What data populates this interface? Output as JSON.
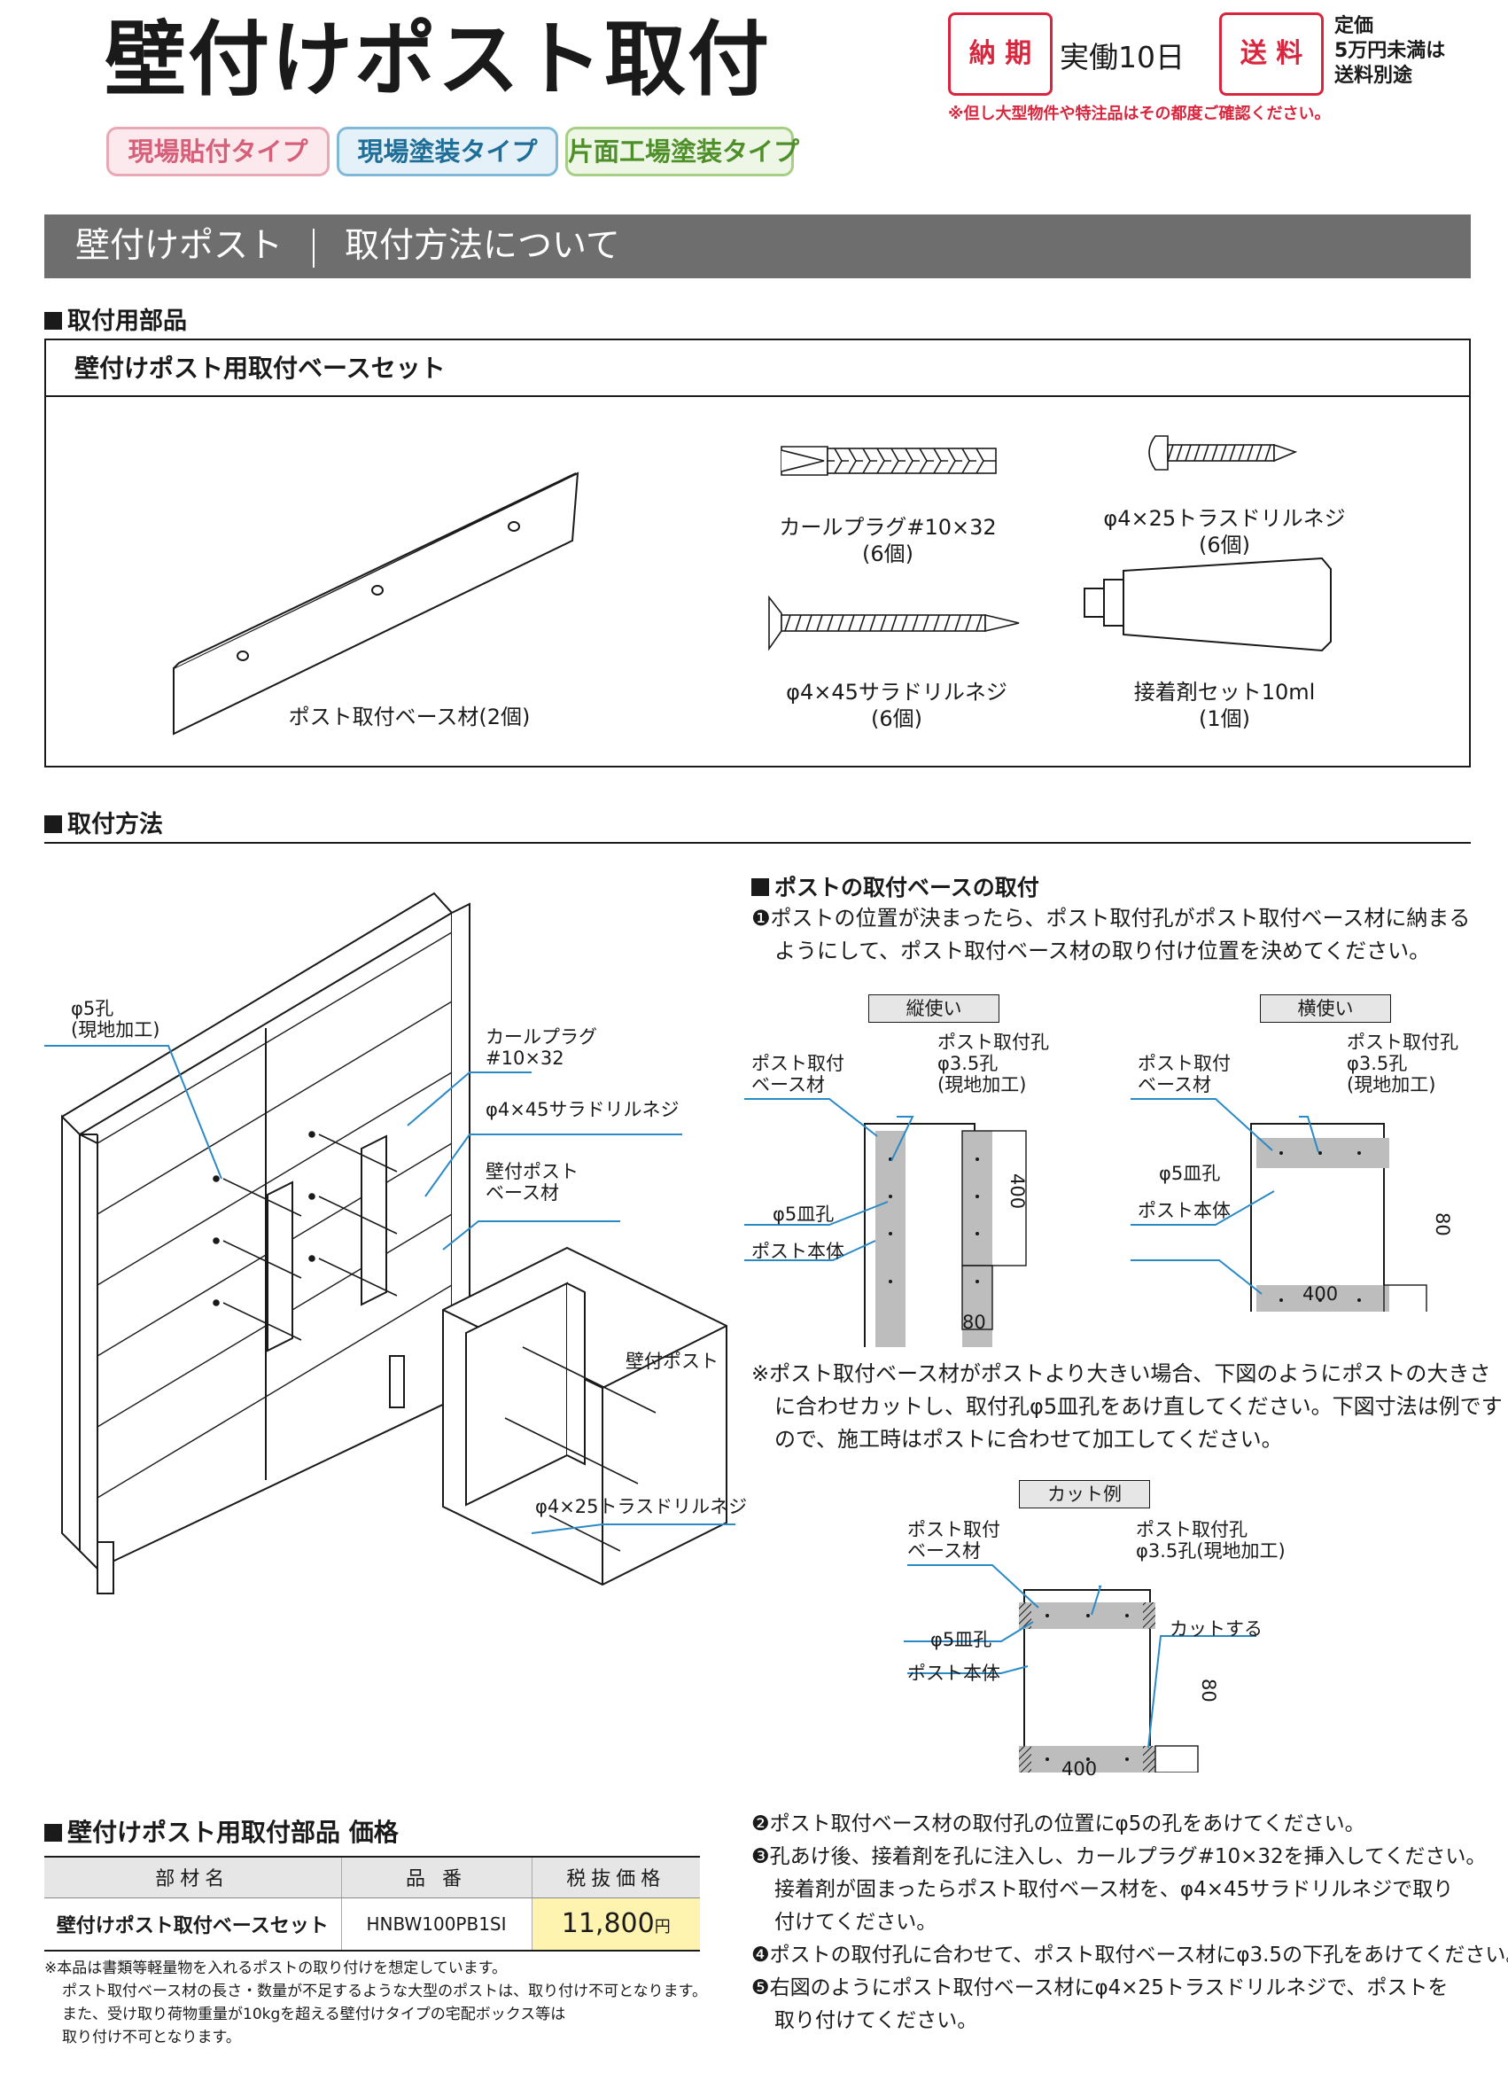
{
  "header": {
    "title": "壁付けポスト取付",
    "tags": [
      "現場貼付タイプ",
      "現場塗装タイプ",
      "片面工場塗装タイプ"
    ],
    "delivery_label": "納 期",
    "delivery_value": "実働10日",
    "shipping_label": "送 料",
    "shipping_note": [
      "定価",
      "5万円未満は",
      "送料別途"
    ],
    "notice": "※但し大型物件や特注品はその都度ご確認ください。"
  },
  "band": {
    "left": "壁付けポスト",
    "right": "取付方法について"
  },
  "parts": {
    "heading": "取付用部品",
    "box_title": "壁付けポスト用取付ベースセット",
    "items": [
      {
        "name": "ポスト取付ベース材(2個)",
        "qty": ""
      },
      {
        "name": "カールプラグ#10×32",
        "qty": "(6個)"
      },
      {
        "name": "φ4×25トラスドリルネジ",
        "qty": "(6個)"
      },
      {
        "name": "φ4×45サラドリルネジ",
        "qty": "(6個)"
      },
      {
        "name": "接着剤セット10ml",
        "qty": "(1個)"
      }
    ]
  },
  "method": {
    "heading": "取付方法",
    "diagram_labels": {
      "hole5": [
        "φ5孔",
        "(現地加工)"
      ],
      "curlplug": [
        "カールプラグ",
        "#10×32"
      ],
      "screw45": "φ4×45サラドリルネジ",
      "base": [
        "壁付ポスト",
        "ベース材"
      ],
      "post": "壁付ポスト",
      "screw25": "φ4×25トラスドリルネジ"
    },
    "sub_heading": "ポストの取付ベースの取付",
    "step1": [
      "❶ポストの位置が決まったら、ポスト取付孔がポスト取付ベース材に納まる",
      "ようにして、ポスト取付ベース材の取り付け位置を決めてください。"
    ],
    "vertical": {
      "label": "縦使い",
      "base": [
        "ポスト取付",
        "ベース材"
      ],
      "hole": [
        "ポスト取付孔",
        "φ3.5孔",
        "(現地加工)"
      ],
      "countersink": "φ5皿孔",
      "body": "ポスト本体",
      "dim_height": "400",
      "dim_width": "80"
    },
    "horizontal": {
      "label": "横使い",
      "base": [
        "ポスト取付",
        "ベース材"
      ],
      "hole": [
        "ポスト取付孔",
        "φ3.5孔",
        "(現地加工)"
      ],
      "countersink": "φ5皿孔",
      "body": "ポスト本体",
      "dim_height": "80",
      "dim_width": "400"
    },
    "note": [
      "※ポスト取付ベース材がポストより大きい場合、下図のようにポストの大きさ",
      "に合わせカットし、取付孔φ5皿孔をあけ直してください。下図寸法は例です",
      "ので、施工時はポストに合わせて加工してください。"
    ],
    "cut": {
      "label": "カット例",
      "base": [
        "ポスト取付",
        "ベース材"
      ],
      "hole": [
        "ポスト取付孔",
        "φ3.5孔(現地加工)"
      ],
      "countersink": "φ5皿孔",
      "body": "ポスト本体",
      "cut_label": "カットする",
      "dim_height": "80",
      "dim_width": "400"
    },
    "steps": [
      [
        "❷ポスト取付ベース材の取付孔の位置にφ5の孔をあけてください。"
      ],
      [
        "❸孔あけ後、接着剤を孔に注入し、カールプラグ#10×32を挿入してください。",
        "接着剤が固まったらポスト取付ベース材を、φ4×45サラドリルネジで取り",
        "付けてください。"
      ],
      [
        "❹ポストの取付孔に合わせて、ポスト取付ベース材にφ3.5の下孔をあけてください。"
      ],
      [
        "❺右図のようにポスト取付ベース材にφ4×25トラスドリルネジで、ポストを",
        "取り付けてください。"
      ]
    ]
  },
  "price": {
    "heading": "壁付けポスト用取付部品 価格",
    "columns": [
      "部材名",
      "品 番",
      "税抜価格"
    ],
    "row": {
      "name": "壁付けポスト取付ベースセット",
      "code": "HNBW100PB1SI",
      "price": "11,800",
      "unit": "円"
    },
    "notes": [
      "※本品は書類等軽量物を入れるポストの取り付けを想定しています。",
      "ポスト取付ベース材の長さ・数量が不足するような大型のポストは、取り付け不可となります。",
      "また、受け取り荷物重量が10kgを超える壁付けタイプの宅配ボックス等は",
      "取り付け不可となります。"
    ]
  },
  "colors": {
    "accent_red": "#d7263d",
    "band_gray": "#6e6e6e",
    "line_blue": "#2a8ac6",
    "price_yellow": "#fff3b0"
  }
}
